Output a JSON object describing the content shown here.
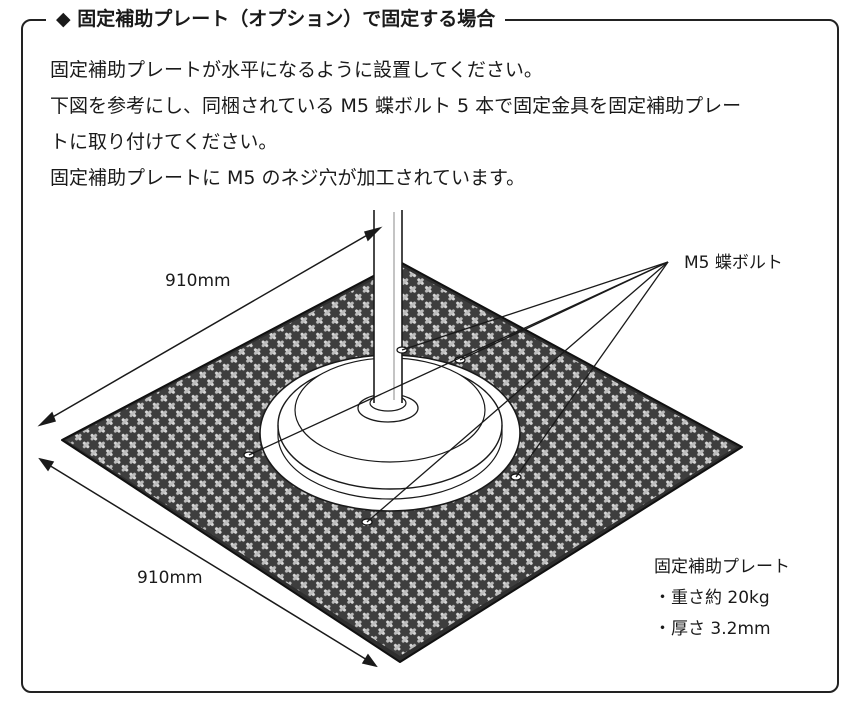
{
  "section": {
    "title": "◆ 固定補助プレート（オプション）で固定する場合"
  },
  "instructions": [
    "固定補助プレートが水平になるように設置してください。",
    "下図を参考にし、同梱されている M5 蝶ボルト 5 本で固定金具を固定補助プレー",
    "トに取り付けてください。",
    "固定補助プレートに M5 のネジ穴が加工されています。"
  ],
  "diagram": {
    "dim_back": "910mm",
    "dim_front": "910mm",
    "bolt_label": "M5 蝶ボルト"
  },
  "spec": {
    "title": "固定補助プレート",
    "weight": "・重さ約 20kg",
    "thickness": "・厚さ 3.2mm"
  },
  "colors": {
    "plate": "#4a4a4a",
    "pattern": "#d8d8d8",
    "line": "#1a1a1a"
  }
}
